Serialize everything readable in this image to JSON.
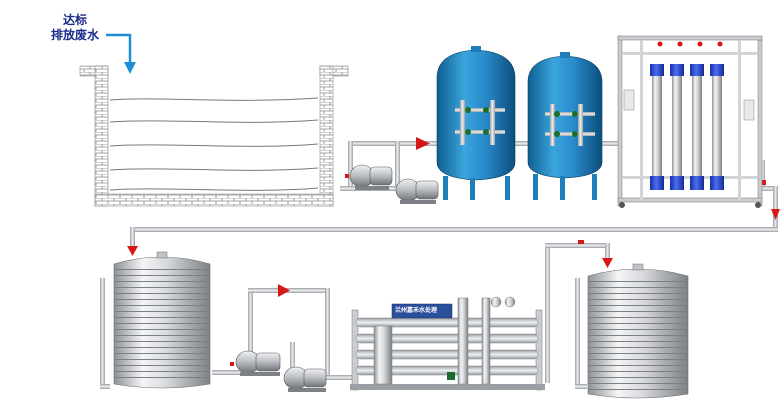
{
  "labels": {
    "inlet_line1": "达标",
    "inlet_line2": "排放废水",
    "ro_brand": "兰州嘉禾水处理"
  },
  "colors": {
    "pipe": "#b8bcc2",
    "flow_arrow": "#d81818",
    "inlet_arrow": "#1e8fd6",
    "filter_tank": "#1e7fb8",
    "uf_membrane": "#2a4fd8",
    "brick": "#8a8a8a"
  },
  "icons": {
    "inlet": "arrow-down-icon",
    "flow": "arrow-right-icon"
  }
}
